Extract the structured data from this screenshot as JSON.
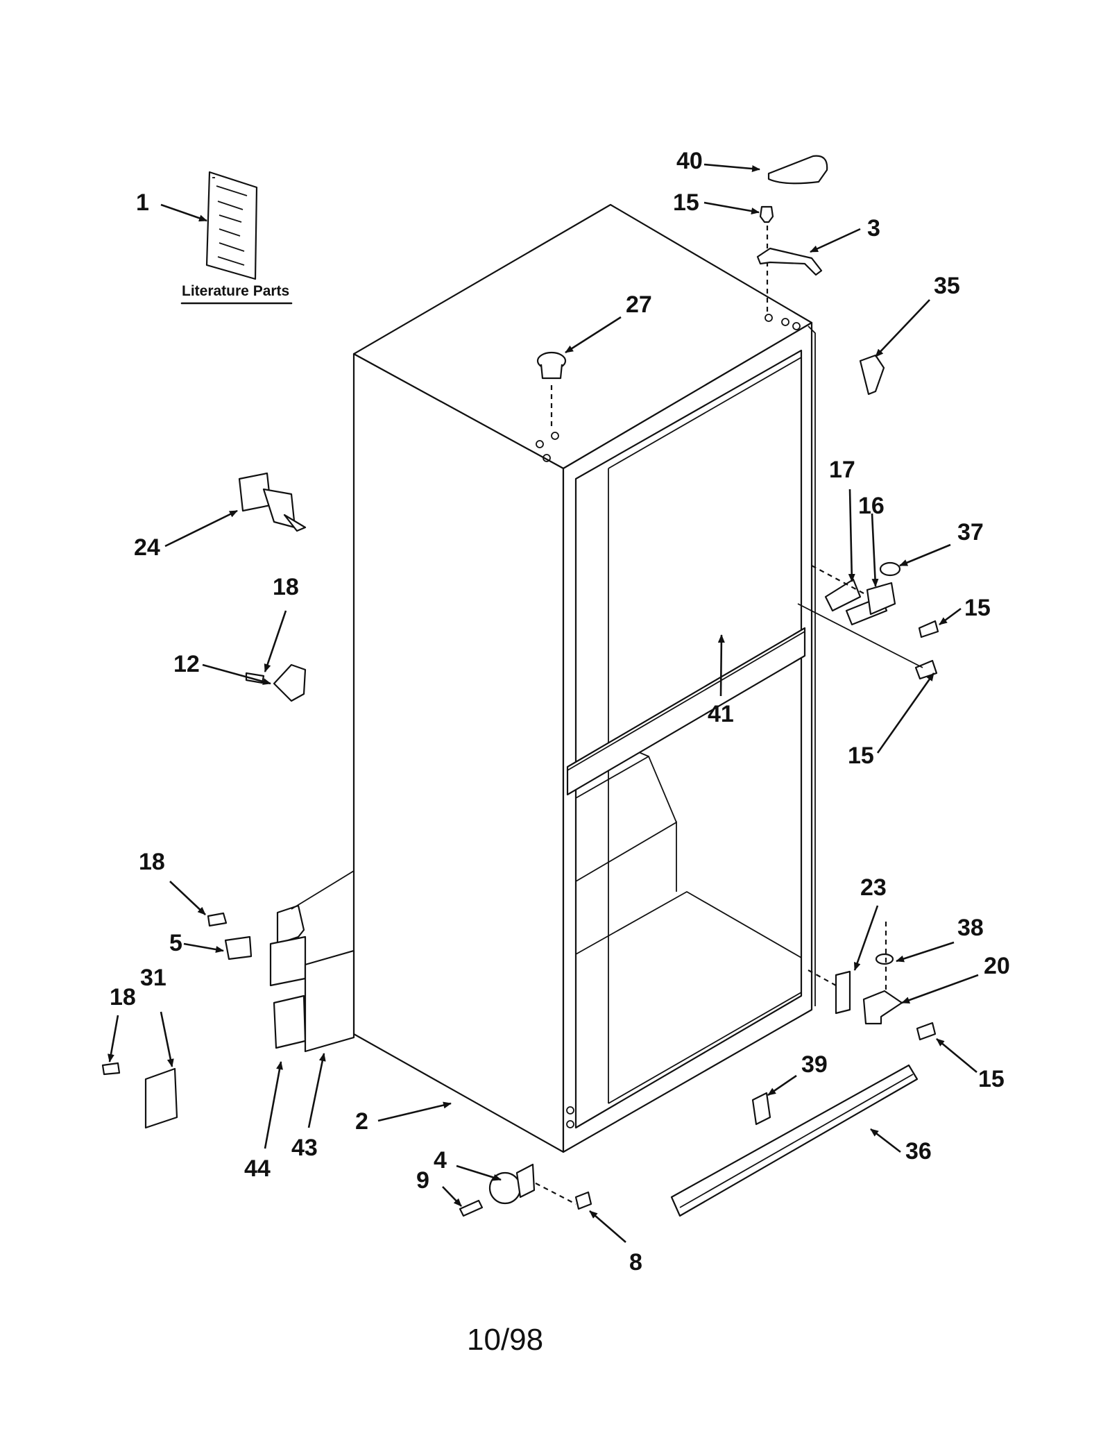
{
  "diagram": {
    "literature_caption": "Literature Parts",
    "date_code": "10/98",
    "callouts": [
      {
        "id": "c1",
        "text": "1"
      },
      {
        "id": "c2",
        "text": "2"
      },
      {
        "id": "c3",
        "text": "3"
      },
      {
        "id": "c4",
        "text": "4"
      },
      {
        "id": "c5",
        "text": "5"
      },
      {
        "id": "c8",
        "text": "8"
      },
      {
        "id": "c9",
        "text": "9"
      },
      {
        "id": "c12",
        "text": "12"
      },
      {
        "id": "c15a",
        "text": "15"
      },
      {
        "id": "c15b",
        "text": "15"
      },
      {
        "id": "c15c",
        "text": "15"
      },
      {
        "id": "c15d",
        "text": "15"
      },
      {
        "id": "c16",
        "text": "16"
      },
      {
        "id": "c17",
        "text": "17"
      },
      {
        "id": "c18a",
        "text": "18"
      },
      {
        "id": "c18b",
        "text": "18"
      },
      {
        "id": "c18c",
        "text": "18"
      },
      {
        "id": "c20",
        "text": "20"
      },
      {
        "id": "c23",
        "text": "23"
      },
      {
        "id": "c24",
        "text": "24"
      },
      {
        "id": "c27",
        "text": "27"
      },
      {
        "id": "c31",
        "text": "31"
      },
      {
        "id": "c35",
        "text": "35"
      },
      {
        "id": "c36",
        "text": "36"
      },
      {
        "id": "c37",
        "text": "37"
      },
      {
        "id": "c38",
        "text": "38"
      },
      {
        "id": "c39",
        "text": "39"
      },
      {
        "id": "c40",
        "text": "40"
      },
      {
        "id": "c41",
        "text": "41"
      },
      {
        "id": "c43",
        "text": "43"
      },
      {
        "id": "c44",
        "text": "44"
      }
    ]
  }
}
